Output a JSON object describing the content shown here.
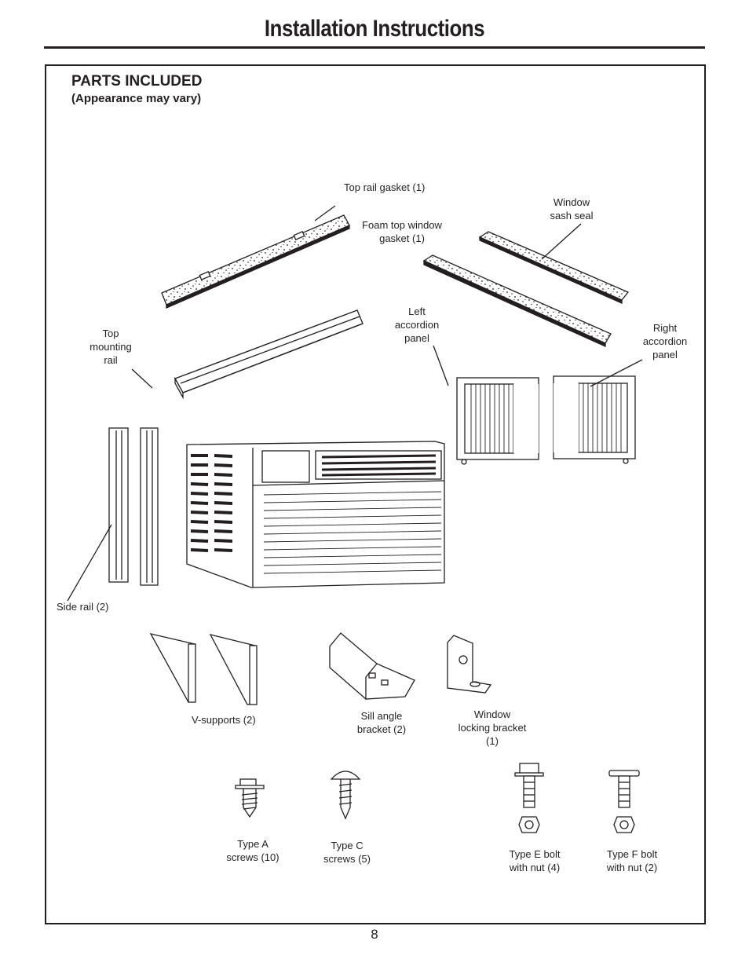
{
  "title": "Installation Instructions",
  "heading": "PARTS INCLUDED",
  "subheading": "(Appearance may vary)",
  "parts": {
    "top_rail_gasket": "Top rail gasket (1)",
    "window_sash_seal": [
      "Window",
      "sash seal"
    ],
    "foam_top_window_gasket": [
      "Foam top window",
      "gasket (1)"
    ],
    "top_mounting_rail": [
      "Top",
      "mounting",
      "rail"
    ],
    "left_accordion_panel": [
      "Left",
      "accordion",
      "panel"
    ],
    "right_accordion_panel": [
      "Right",
      "accordion",
      "panel"
    ],
    "side_rail": "Side rail (2)",
    "v_supports": "V-supports (2)",
    "sill_angle_bracket": [
      "Sill angle",
      "bracket (2)"
    ],
    "window_locking_bracket": [
      "Window",
      "locking bracket",
      "(1)"
    ],
    "type_a_screws": [
      "Type A",
      "screws (10)"
    ],
    "type_c_screws": [
      "Type C",
      "screws (5)"
    ],
    "type_e_bolt": [
      "Type E bolt",
      "with nut (4)"
    ],
    "type_f_bolt": [
      "Type F bolt",
      "with nut (2)"
    ]
  },
  "page_number": "8"
}
